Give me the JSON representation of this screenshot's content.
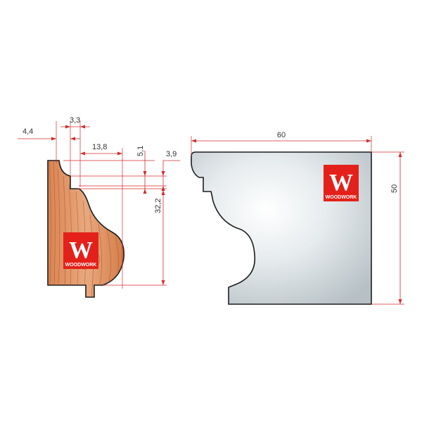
{
  "dimensions": {
    "left": {
      "w1": "4,4",
      "w2": "3,3",
      "w3": "13,8",
      "h1": "5,1",
      "h2": "3,9",
      "h3": "32,2"
    },
    "right": {
      "width": "60",
      "height": "50"
    }
  },
  "logo": {
    "mark": "W",
    "word": "WOODWORK"
  },
  "colors": {
    "dimension": "#d42b2b",
    "logo_bg": "#e3211a",
    "wood_light": "#e6a277",
    "wood_dark": "#c86a3d",
    "steel_light": "#ffffff",
    "steel_dark": "#b9c2c6",
    "outline": "#1d1d1d"
  }
}
